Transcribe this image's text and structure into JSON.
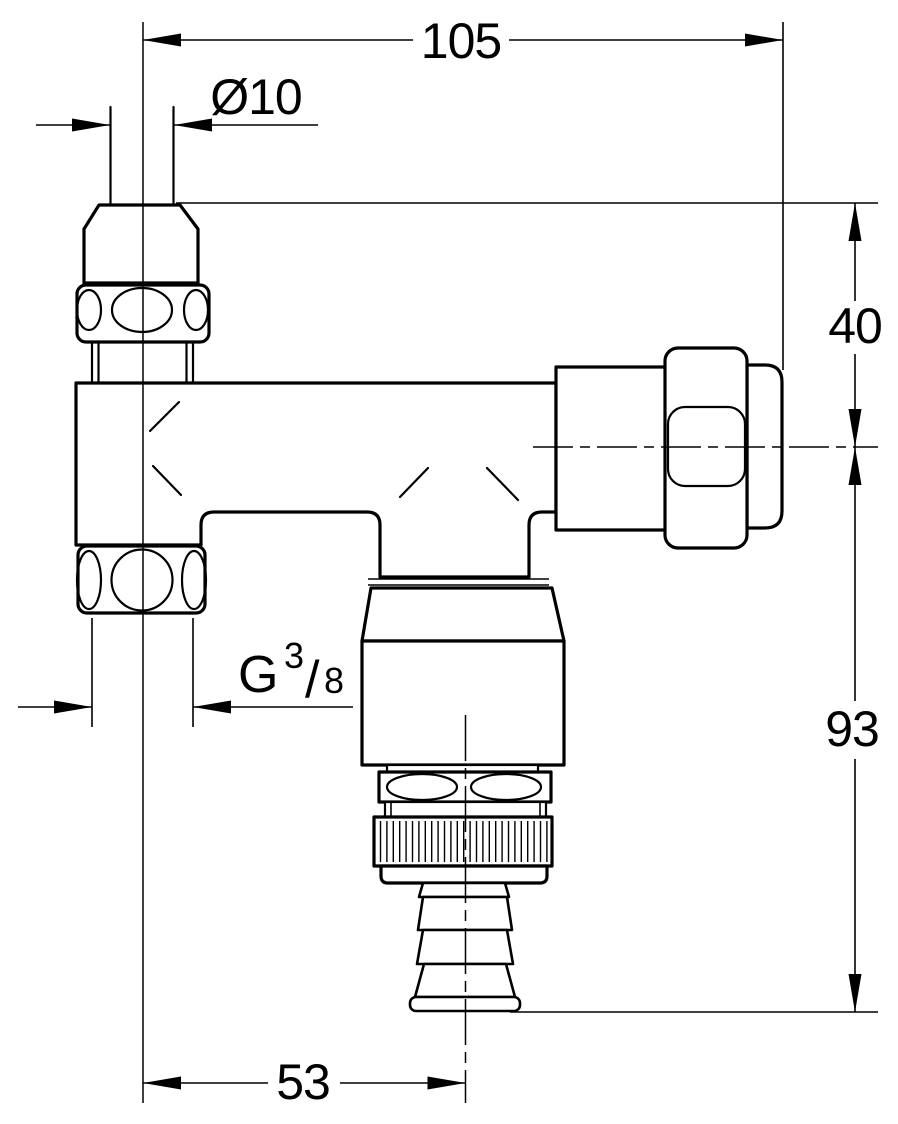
{
  "drawing": {
    "background": "#ffffff",
    "line_color": "#000000",
    "dimensions": {
      "overall_width": "105",
      "pipe_diameter": "Ø10",
      "height_top_to_outlet_axis": "40",
      "height_outlet_axis_to_spout_end": "93",
      "offset_inlet_to_spout": "53",
      "thread": {
        "prefix": "G",
        "numerator": "3",
        "slash": "/",
        "denominator": "8"
      }
    }
  }
}
